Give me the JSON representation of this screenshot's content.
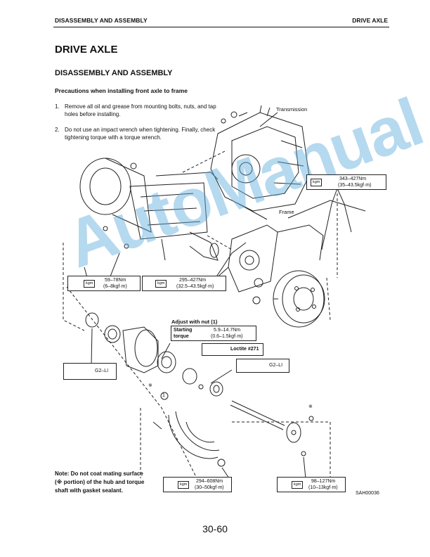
{
  "header": {
    "left": "DISASSEMBLY AND ASSEMBLY",
    "right": "DRIVE AXLE"
  },
  "title": "DRIVE AXLE",
  "subtitle": "DISASSEMBLY AND ASSEMBLY",
  "precautions_heading": "Precautions when installing front axle to frame",
  "steps": [
    {
      "num": "1.",
      "text": "Remove all oil and grease from mounting bolts, nuts, and tap holes before installing."
    },
    {
      "num": "2.",
      "text": "Do not use an impact wrench when tightening. Finally, check tightening torque with a torque wrench."
    }
  ],
  "labels": {
    "transmission": "Transmission",
    "frame": "Frame",
    "circled_one": "1",
    "asterisk_a": "※",
    "asterisk_b": "※"
  },
  "torques": {
    "t1": {
      "unit": "kgm",
      "line1": "343–427Nm",
      "line2": "(35–43.5kgf·m)"
    },
    "t2": {
      "unit": "kgm",
      "line1": "59–78Nm",
      "line2": "(6–8kgf·m)"
    },
    "t3": {
      "unit": "kgm",
      "line1": "295–427Nm",
      "line2": "(32.5–43.5kgf·m)"
    },
    "t4": {
      "unit": "kgm",
      "line1": "294–608Nm",
      "line2": "(30–50kgf·m)"
    },
    "t5": {
      "unit": "kgm",
      "line1": "98–127Nm",
      "line2": "(10–13kgf·m)"
    }
  },
  "adjust": {
    "heading": "Adjust with nut (1)",
    "label": "Starting torque",
    "line1": "5.9–14.7Nm",
    "line2": "(0.6–1.5kgf·m)"
  },
  "loctite": "Loctite #271",
  "grease_left": "G2–LI",
  "grease_right": "G2–LI",
  "note": "Note: Do not coat mating surface (※ portion) of the hub and torque shaft with gasket sealant.",
  "figure_code": "SAH00036",
  "page_number": "30-60",
  "watermark": "AutoManual",
  "colors": {
    "watermark": "#5aaadc",
    "ink": "#111111"
  }
}
